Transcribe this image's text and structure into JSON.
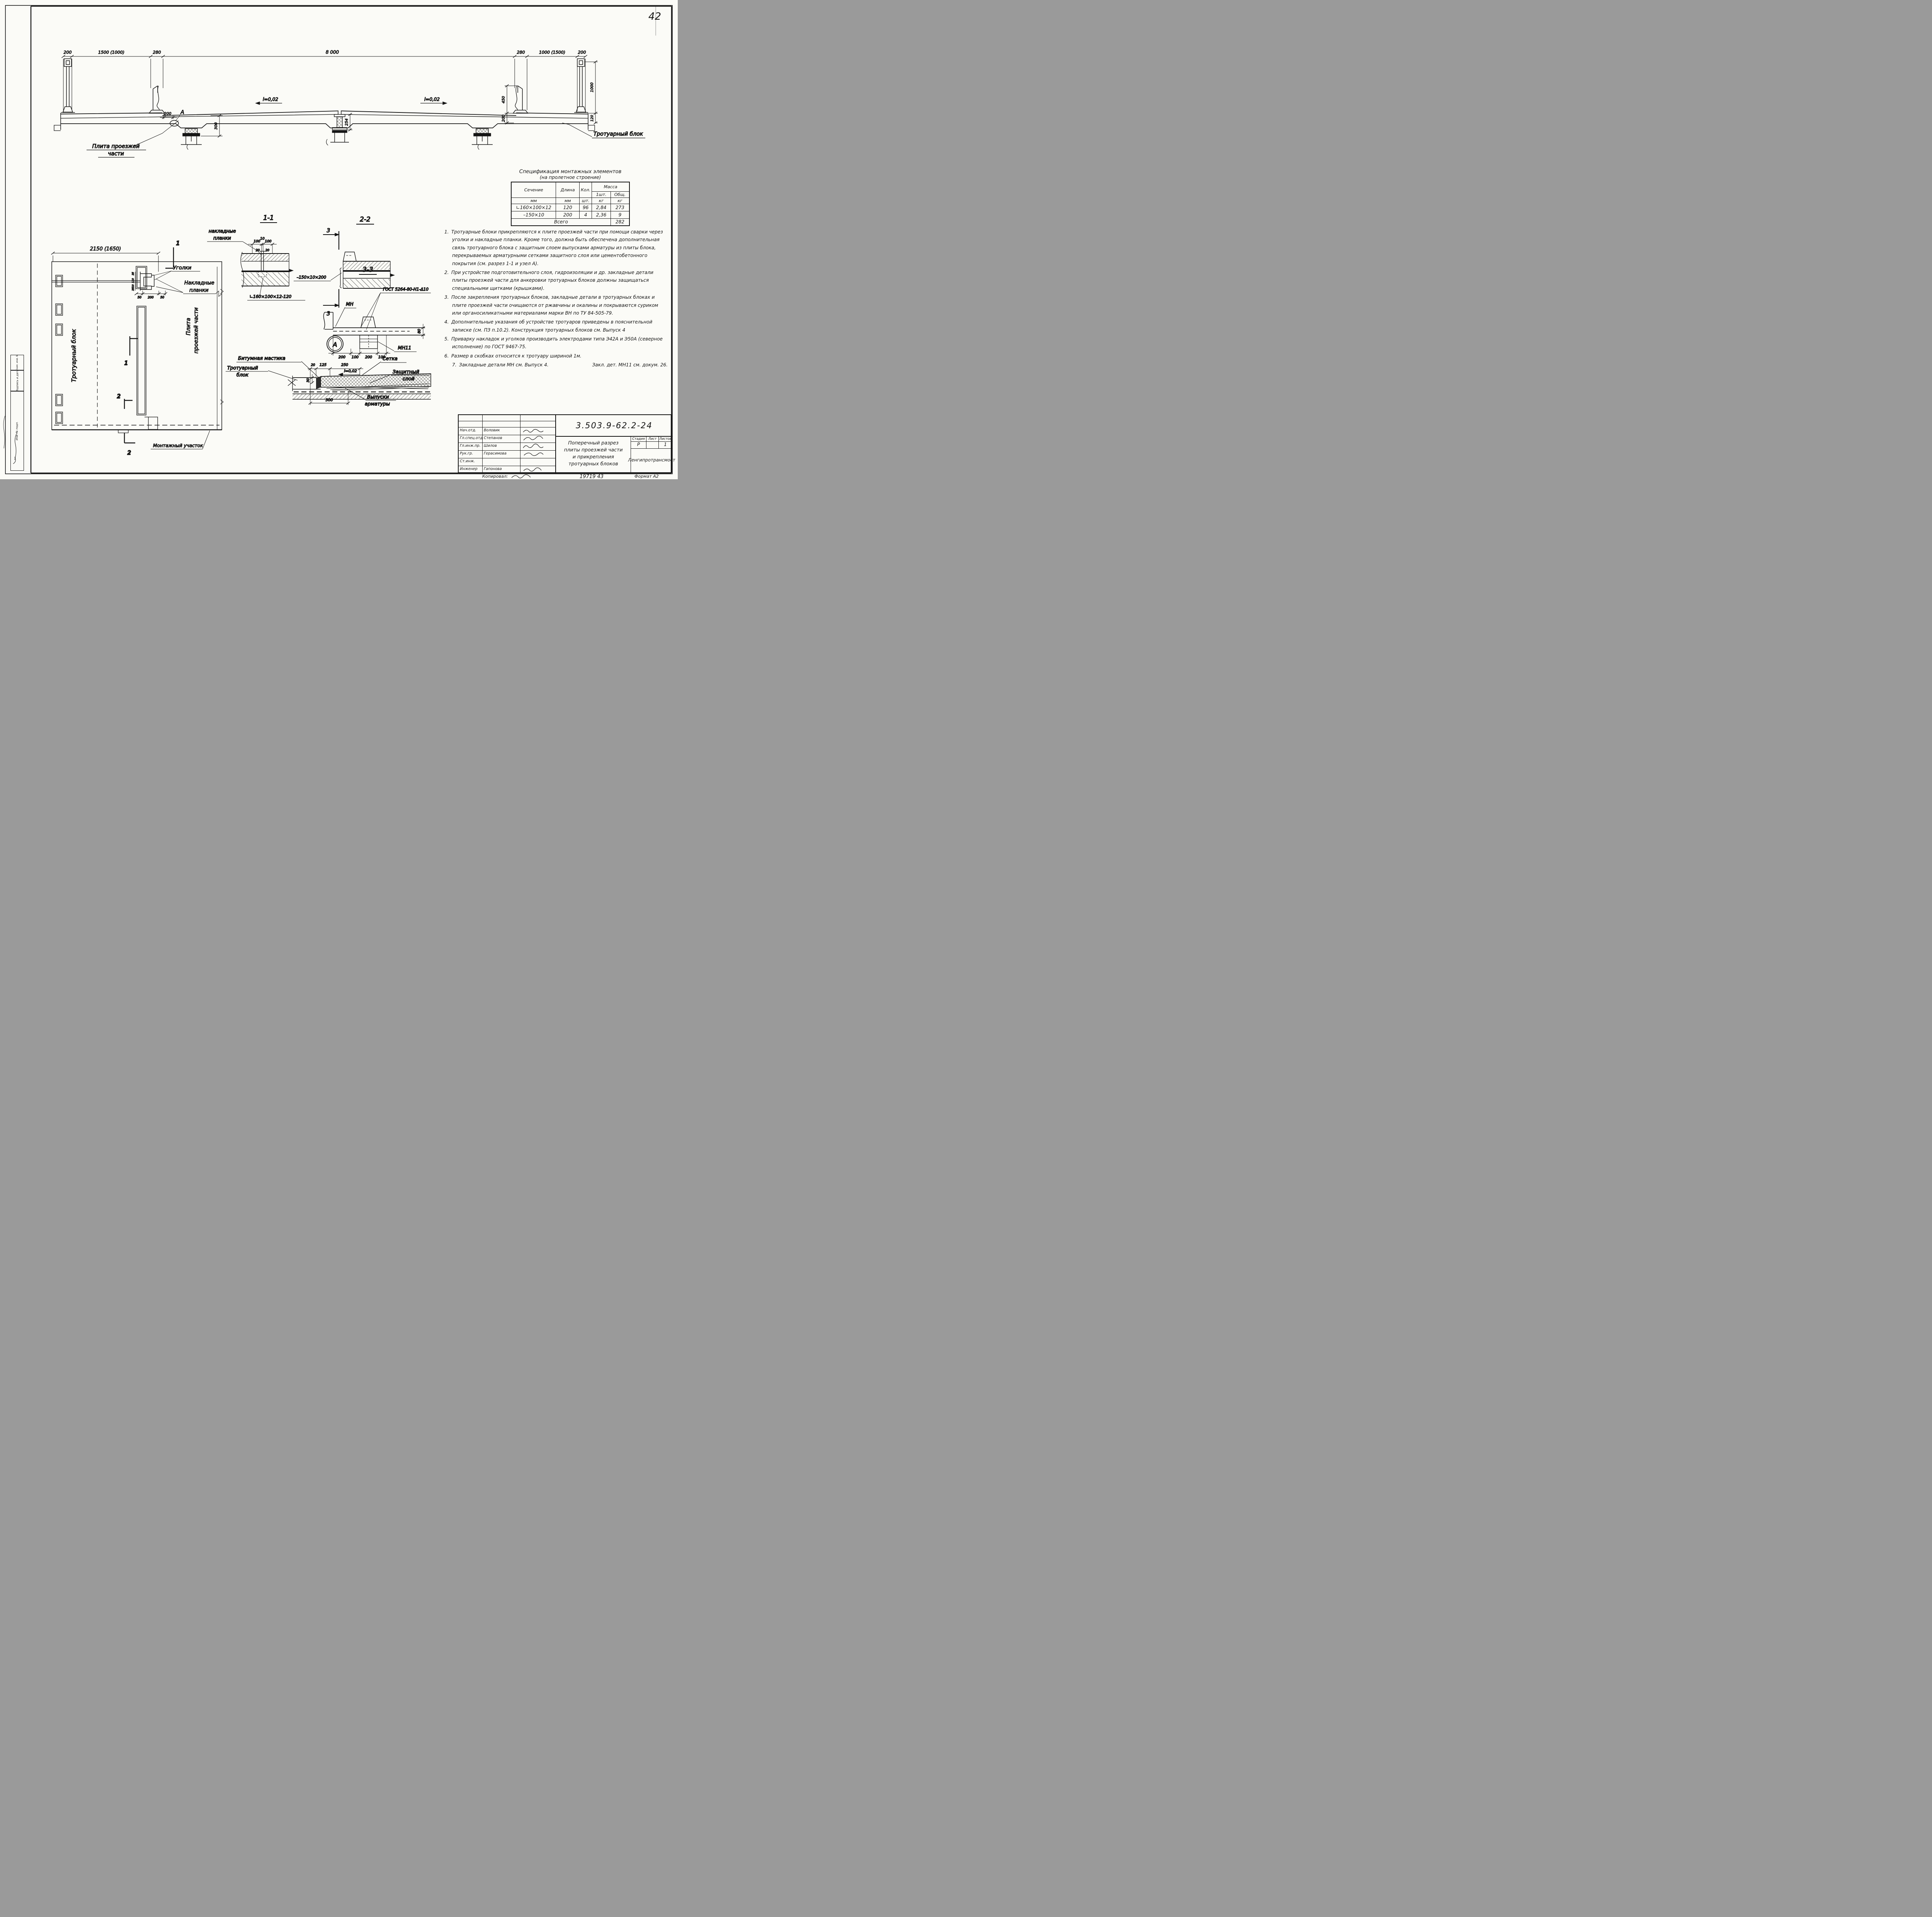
{
  "sheet": {
    "page_number": "42",
    "copied_label": "Копировал:",
    "order_number": "19719  43",
    "format_label": "Формат А2"
  },
  "margin_stamps": {
    "stamp1": "Взам. инв. №",
    "stamp2": "Подпись и дата",
    "stamp3": "Инв. № подл."
  },
  "cross_section": {
    "dims_top": [
      "200",
      "1500 (1000)",
      "280",
      "8 000",
      "280",
      "1000 (1500)",
      "200"
    ],
    "slope_left": "i=0,02",
    "slope_right": "i=0,02",
    "dim_joint": "254",
    "dim_bearing": "300",
    "dim_gap": "200",
    "node": "А",
    "dim_wall_height": "450",
    "dim_wall_base": "200",
    "dim_rail_height": "1000",
    "dim_edge": "120",
    "label_slab_1": "Плита проезжей",
    "label_slab_2": "части",
    "label_block": "Тротуарный блок"
  },
  "plan": {
    "dim_width": "2150 (1650)",
    "label_angles": "Уголки",
    "label_plates_1": "Накладные",
    "label_plates_2": "планки",
    "stack_dims": [
      "25",
      "110",
      "10",
      "25"
    ],
    "row_dims": [
      "50",
      "200",
      "50"
    ],
    "label_block": "Тротуарный блок",
    "label_slab_1": "Плита",
    "label_slab_2": "проезжей части",
    "label_zone": "Монтажный участок",
    "section_1": "1",
    "section_2": "2"
  },
  "detail11": {
    "title": "1-1",
    "label_1": "накладные",
    "label_2": "планки",
    "dims": [
      "100",
      "10",
      "100"
    ],
    "dims2": [
      "20",
      "20"
    ],
    "callout": "∟160×100×12-120"
  },
  "detail22": {
    "title": "2-2",
    "section": "3",
    "callout": "–150×10×200"
  },
  "detail33": {
    "title": "3-3",
    "label_mn": "МН",
    "label_weld": "ГОСТ 5264-80-Н1-Δ10",
    "label_mn11": "МН11",
    "dims": [
      "200",
      "100",
      "200",
      "100"
    ],
    "dim_height": "80"
  },
  "detailA": {
    "node": "А",
    "label_mastic": "Битумная мастика",
    "label_block_1": "Тротуарный",
    "label_block_2": "блок",
    "label_mesh": "Сетка",
    "label_layer_1": "Защитный",
    "label_layer_2": "слой",
    "label_outlets_1": "Выпуски",
    "label_outlets_2": "арматуры",
    "dims": [
      "20",
      "125",
      "250"
    ],
    "slope": "i=0,02",
    "dim_30": "30",
    "dim_300": "300"
  },
  "spec": {
    "title_1": "Спецификация монтажных элементов",
    "title_2": "(на пролетное  строение)",
    "col_section": "Сечение",
    "col_length": "Длина",
    "col_qty": "Кол.",
    "col_mass": "Масса",
    "col_mass_1": "1шт.",
    "col_mass_total": "Общ.",
    "unit_mm": "мм",
    "unit_mm2": "мм",
    "unit_pcs": "шт.",
    "unit_kg": "кг",
    "unit_kg2": "кг",
    "rows": [
      {
        "section": "∟160×100×12",
        "length": "120",
        "qty": "96",
        "mass1": "2,84",
        "total": "273"
      },
      {
        "section": "–150×10",
        "length": "200",
        "qty": "4",
        "mass1": "2,36",
        "total": "9"
      }
    ],
    "total_label": "Всего",
    "total_value": "282"
  },
  "notes": {
    "items": [
      {
        "num": "1.",
        "text": "Тротуарные блоки прикрепляются к плите проезжей части при помощи сварки через уголки и накладные планки. Кроме того, должна быть обеспечена дополнительная связь тротуарного блока с защитным слоем выпусками арматуры из плиты блока, перекрываемых арматурными сетками защитного слоя или цементобетонного покрытия (см. разрез 1-1 и узел А)."
      },
      {
        "num": "2.",
        "text": "При устройстве подготовительного слоя, гидроизоляции и др. закладные детали плиты проезжей части для анкеровки тротуарных блоков должны защищаться специальными щитками (крышками)."
      },
      {
        "num": "3.",
        "text": "После закрепления тротуарных блоков, закладные детали в тротуарных блоках и плите проезжей части очищаются от ржавчины и окалины и покрываются суриком или органосиликатными материалами марки ВН по ТУ 84-505-79."
      },
      {
        "num": "4.",
        "text": "Дополнительные указания об устройстве тротуаров приведены в пояснительной записке (см.  ПЗ п.10.2). Конструкция тротуарных блоков см. Выпуск 4"
      },
      {
        "num": "5.",
        "text": "Приварку накладок и уголков производить электродами типа Э42А и Э50А (северное исполнение) по ГОСТ 9467-75."
      },
      {
        "num": "6.",
        "text": "Размер в скобках относится к тротуару шириной 1м."
      },
      {
        "num": "7.",
        "text": "Закладные детали МН см. Выпуск 4.",
        "text_right": "Закл. дет. МН11 см. докум. 26."
      }
    ]
  },
  "title_block": {
    "doc_number": "3.503.9-62.2-24",
    "title_lines": [
      "Поперечный разрез",
      "плиты проезжей части",
      "и прикрепления",
      "тротуарных блоков"
    ],
    "stage_label": "Стадия",
    "sheet_label": "Лист",
    "sheets_label": "Листов",
    "stage": "Р",
    "sheet": "",
    "sheets": "1",
    "org": "Ленгипротрансмост",
    "roles": [
      {
        "role": "Нач.отд.",
        "name": "Воловик"
      },
      {
        "role": "Гл.спец.отд",
        "name": "Степанов"
      },
      {
        "role": "Гл.инж.пр.",
        "name": "Шилов"
      },
      {
        "role": "Рук.гр.",
        "name": "Герасимова"
      },
      {
        "role": "Ст.инж.",
        "name": ""
      },
      {
        "role": "Инженер",
        "name": "Гапонова"
      }
    ]
  }
}
